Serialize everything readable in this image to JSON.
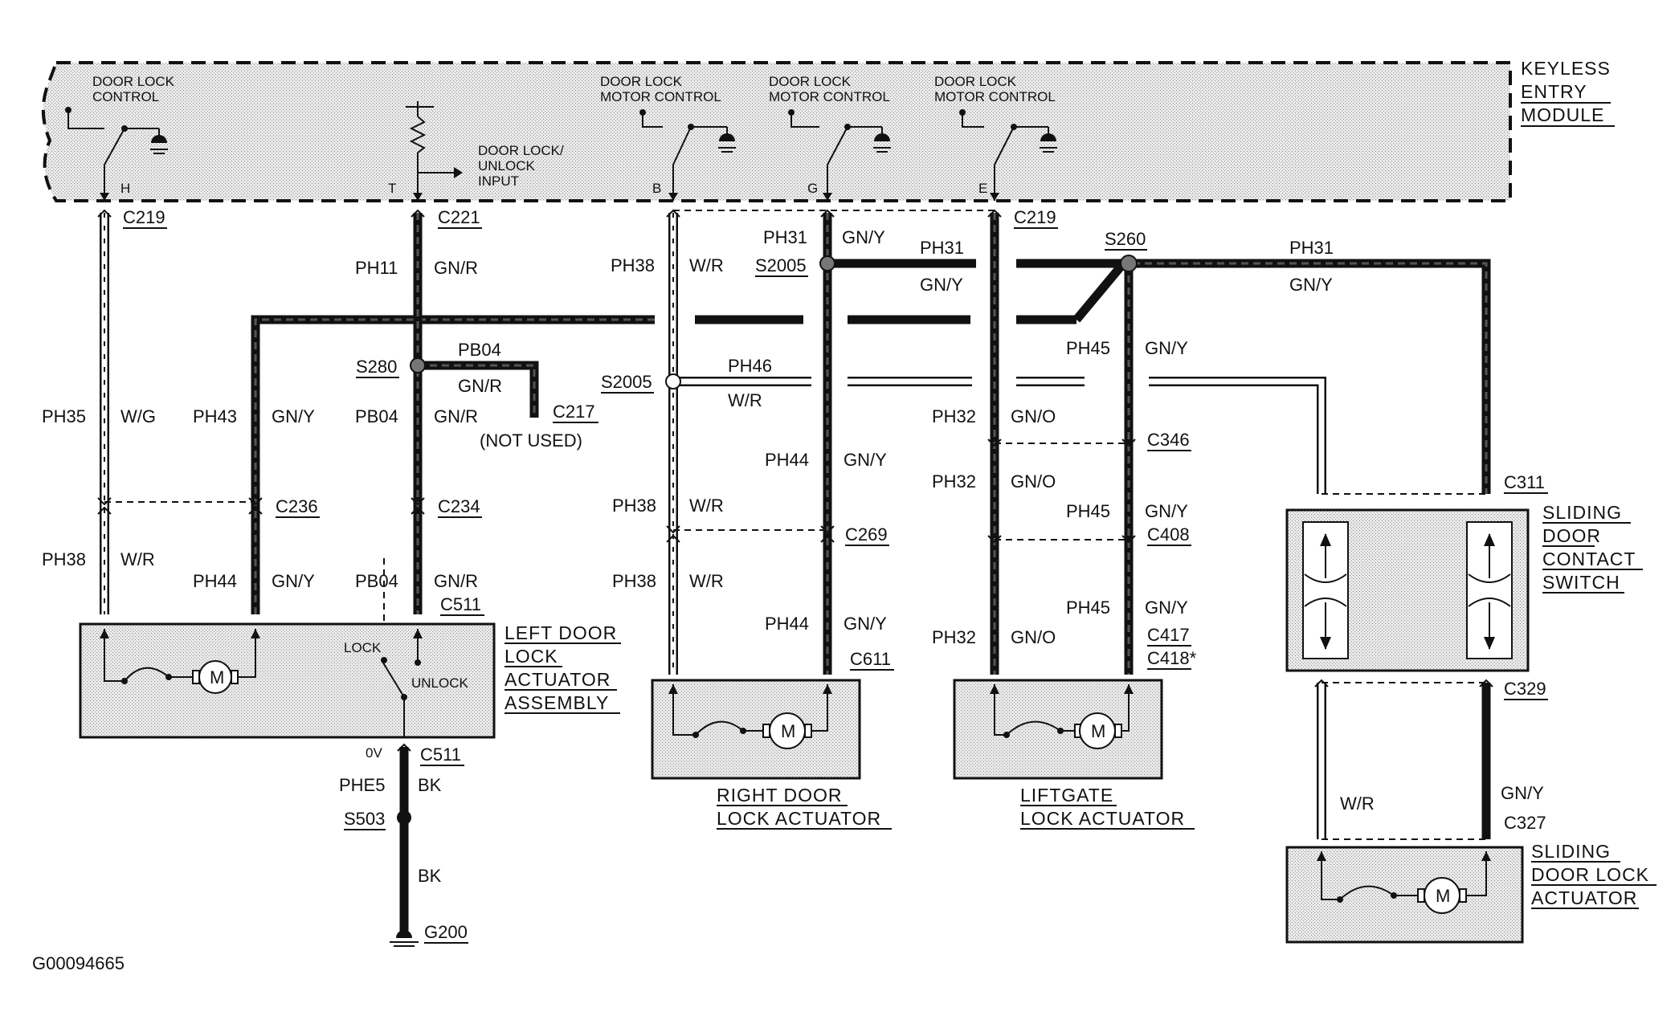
{
  "modules": {
    "keyless_entry": [
      "KEYLESS",
      "ENTRY",
      "MODULE"
    ],
    "door_lock_control": [
      "DOOR LOCK",
      "CONTROL"
    ],
    "motor_control_b": [
      "DOOR LOCK",
      "MOTOR CONTROL"
    ],
    "motor_control_g": [
      "DOOR LOCK",
      "MOTOR CONTROL"
    ],
    "motor_control_e": [
      "DOOR LOCK",
      "MOTOR CONTROL"
    ],
    "lock_unlock_input": [
      "DOOR LOCK/",
      "UNLOCK",
      "INPUT"
    ],
    "left_door": [
      "LEFT DOOR",
      "LOCK",
      "ACTUATOR",
      "ASSEMBLY"
    ],
    "right_door": [
      "RIGHT DOOR",
      "LOCK ACTUATOR"
    ],
    "liftgate": [
      "LIFTGATE",
      "LOCK ACTUATOR"
    ],
    "sliding_switch": [
      "SLIDING",
      "DOOR",
      "CONTACT",
      "SWITCH"
    ],
    "sliding_actuator": [
      "SLIDING",
      "DOOR LOCK",
      "ACTUATOR"
    ]
  },
  "pins": {
    "h": "H",
    "t": "T",
    "b": "B",
    "g": "G",
    "e": "E"
  },
  "switch_labels": {
    "lock": "LOCK",
    "unlock": "UNLOCK",
    "motor": "M"
  },
  "connectors": {
    "c219a": "C219",
    "c221": "C221",
    "c219b": "C219",
    "s260": "S260",
    "s280": "S280",
    "c217": "C217",
    "not_used": "(NOT USED)",
    "s2005a": "S2005",
    "s2005b": "S2005",
    "c236": "C236",
    "c234": "C234",
    "c511a": "C511",
    "c346": "C346",
    "c269": "C269",
    "c408": "C408",
    "c311": "C311",
    "c417": "C417",
    "c418": "C418*",
    "c611": "C611",
    "c329": "C329",
    "c327": "C327",
    "c511b": "C511",
    "s503": "S503",
    "g200": "G200",
    "zero_v": "0V"
  },
  "circuits": {
    "ph11": "PH11",
    "gnr1": "GN/R",
    "pb04a": "PB04",
    "gnr2": "GN/R",
    "ph35": "PH35",
    "wg": "W/G",
    "ph43": "PH43",
    "gny1": "GN/Y",
    "pb04b": "PB04",
    "gnr3": "GN/R",
    "ph38a": "PH38",
    "wr1": "W/R",
    "ph44a": "PH44",
    "gny2": "GN/Y",
    "pb04c": "PB04",
    "gnr4": "GN/R",
    "ph38b": "PH38",
    "wr2": "W/R",
    "ph31a": "PH31",
    "gny3": "GN/Y",
    "ph31b": "PH31",
    "gny4": "GN/Y",
    "ph31c": "PH31",
    "gny5": "GN/Y",
    "ph46": "PH46",
    "wr3": "W/R",
    "ph44b": "PH44",
    "gny6": "GN/Y",
    "ph38c": "PH38",
    "wr4": "W/R",
    "ph38d": "PH38",
    "wr5": "W/R",
    "ph44c": "PH44",
    "gny7": "GN/Y",
    "ph45a": "PH45",
    "gny8": "GN/Y",
    "ph32a": "PH32",
    "gno1": "GN/O",
    "ph32b": "PH32",
    "gno2": "GN/O",
    "ph45b": "PH45",
    "gny9": "GN/Y",
    "ph32c": "PH32",
    "gno3": "GN/O",
    "ph45c": "PH45",
    "gny10": "GN/Y",
    "wr6": "W/R",
    "gny11": "GN/Y",
    "phe5": "PHE5",
    "bk1": "BK",
    "bk2": "BK"
  },
  "figure_id": "G00094665"
}
